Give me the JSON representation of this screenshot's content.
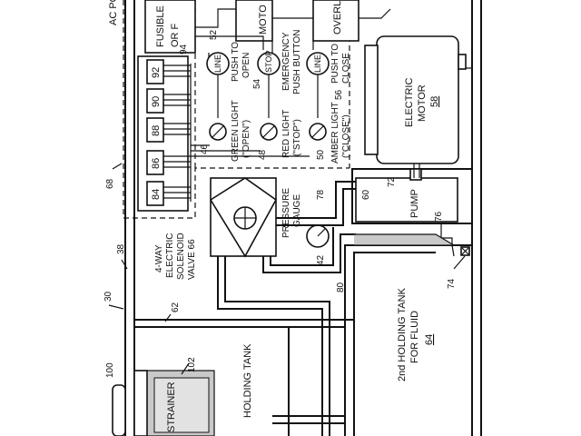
{
  "labels": {
    "ac_power": "AC POW",
    "fusible": "FUSIBLE",
    "or_f": "OR F",
    "motor": "MOTO",
    "overload": "OVERL",
    "ref_94": "94",
    "ref_52": "52",
    "push_to_open": "PUSH TO",
    "push_to_open_2": "OPEN",
    "line_1": "LINE",
    "stop_btn": "STOP",
    "ref_54": "54",
    "emergency": "EMERGENCY",
    "push_button": "PUSH BUTTON",
    "line_2": "LINE",
    "push_to_close": "PUSH TO",
    "push_to_close_2": "CLOSE",
    "ref_56": "56",
    "t92": "92",
    "t90": "90",
    "t88": "88",
    "t86": "86",
    "t84": "84",
    "ref_46": "46",
    "green_light": "GREEN LIGHT",
    "green_open": "(\"OPEN\")",
    "ref_48": "48",
    "red_light": "RED LIGHT",
    "red_stop": "(\"STOP\")",
    "ref_50": "50",
    "amber_light": "AMBER LIGHT",
    "amber_close": "(\"CLOSE\")",
    "electric_motor": "ELECTRIC",
    "electric_motor_2": "MOTOR",
    "ref_58": "58",
    "ref_72": "72",
    "ref_60": "60",
    "pump": "PUMP",
    "ref_76": "76",
    "ref_68": "68",
    "ref_38": "38",
    "four_way": "4-WAY",
    "electric": "ELECTRIC",
    "solenoid": "SOLENOID",
    "valve": "VALVE 66",
    "pressure": "PRESSURE",
    "gauge": "GAUGE",
    "ref_78": "78",
    "ref_42": "42",
    "ref_80": "80",
    "ref_74": "74",
    "ref_30": "30",
    "ref_62": "62",
    "ref_100": "100",
    "ref_102": "102",
    "strainer": "STRAINER",
    "holding_tank": "HOLDING TANK",
    "second_tank": "2nd HOLDING TANK",
    "for_fluid": "FOR FLUID",
    "ref_64": "64"
  }
}
